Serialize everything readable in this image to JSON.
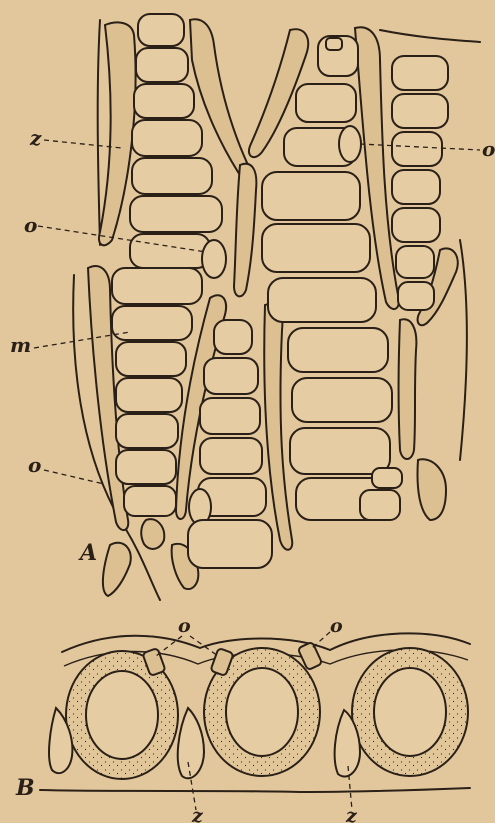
{
  "figure": {
    "panels": [
      {
        "id": "A",
        "label": "A",
        "callouts": [
          "z",
          "o",
          "m",
          "o",
          "o"
        ]
      },
      {
        "id": "B",
        "label": "B",
        "callouts": [
          "o",
          "o",
          "z",
          "z"
        ]
      }
    ]
  },
  "colors": {
    "paper": "#e2c79c",
    "ink": "#2a2018"
  }
}
